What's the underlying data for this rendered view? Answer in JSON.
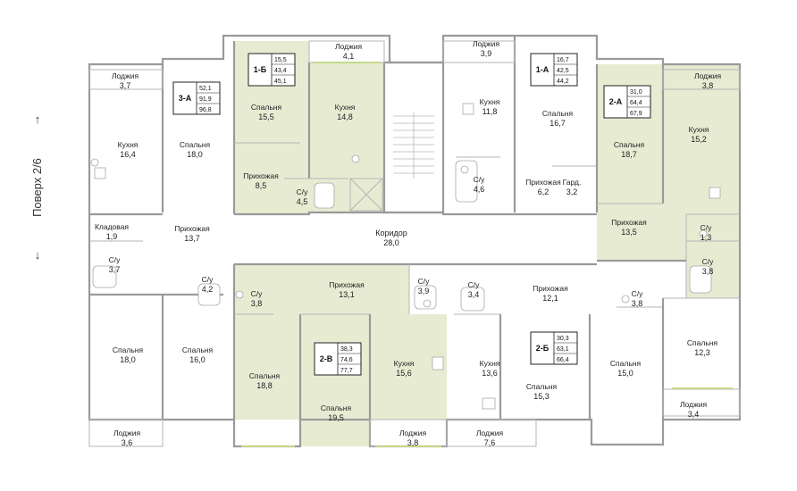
{
  "floor": {
    "label": "Поверх 2/6",
    "arrow_up": "↑",
    "arrow_down": "↓"
  },
  "colors": {
    "highlight": "#e7ebd2",
    "wall": "#9a9a9a",
    "glazing": "#c5d88a",
    "background": "#ffffff"
  },
  "corridor": {
    "name": "Коридор",
    "area": "28,0"
  },
  "apartments": [
    {
      "id": "1-Б",
      "values": [
        "15,5",
        "43,4",
        "45,1"
      ],
      "highlighted": true
    },
    {
      "id": "1-А",
      "values": [
        "16,7",
        "42,5",
        "44,2"
      ],
      "highlighted": false
    },
    {
      "id": "3-А",
      "values": [
        "52,1",
        "91,9",
        "96,8"
      ],
      "highlighted": false
    },
    {
      "id": "2-А",
      "values": [
        "31,0",
        "64,4",
        "67,9"
      ],
      "highlighted": true
    },
    {
      "id": "2-В",
      "values": [
        "38,3",
        "74,6",
        "77,7"
      ],
      "highlighted": true
    },
    {
      "id": "2-Б",
      "values": [
        "30,3",
        "63,1",
        "66,4"
      ],
      "highlighted": false
    }
  ],
  "rooms": [
    {
      "name": "Лоджия",
      "area": "4,1"
    },
    {
      "name": "Лоджия",
      "area": "3,9"
    },
    {
      "name": "Лоджия",
      "area": "3,7"
    },
    {
      "name": "Лоджия",
      "area": "3,8"
    },
    {
      "name": "Спальня",
      "area": "15,5"
    },
    {
      "name": "Кухня",
      "area": "14,8"
    },
    {
      "name": "Кухня",
      "area": "11,8"
    },
    {
      "name": "Спальня",
      "area": "16,7"
    },
    {
      "name": "Кухня",
      "area": "16,4"
    },
    {
      "name": "Спальня",
      "area": "18,0"
    },
    {
      "name": "Спальня",
      "area": "18,7"
    },
    {
      "name": "Кухня",
      "area": "15,2"
    },
    {
      "name": "Прихожая",
      "area": "8,5"
    },
    {
      "name": "С/у",
      "area": "4,5"
    },
    {
      "name": "С/у",
      "area": "4,6"
    },
    {
      "name": "Прихожая",
      "area": "6,2"
    },
    {
      "name": "Гард.",
      "area": "3,2"
    },
    {
      "name": "Кладовая",
      "area": "1,9"
    },
    {
      "name": "Прихожая",
      "area": "13,7"
    },
    {
      "name": "Прихожая",
      "area": "13,5"
    },
    {
      "name": "С/у",
      "area": "1,3"
    },
    {
      "name": "С/у",
      "area": "3,7"
    },
    {
      "name": "С/у",
      "area": "4,2"
    },
    {
      "name": "С/у",
      "area": "3,8"
    },
    {
      "name": "С/у",
      "area": "3,8"
    },
    {
      "name": "Прихожая",
      "area": "13,1"
    },
    {
      "name": "С/у",
      "area": "3,9"
    },
    {
      "name": "С/у",
      "area": "3,4"
    },
    {
      "name": "Прихожая",
      "area": "12,1"
    },
    {
      "name": "С/у",
      "area": "3,8"
    },
    {
      "name": "Спальня",
      "area": "18,0"
    },
    {
      "name": "Спальня",
      "area": "16,0"
    },
    {
      "name": "Спальня",
      "area": "18,8"
    },
    {
      "name": "Спальня",
      "area": "19,5"
    },
    {
      "name": "Кухня",
      "area": "15,6"
    },
    {
      "name": "Кухня",
      "area": "13,6"
    },
    {
      "name": "Спальня",
      "area": "15,3"
    },
    {
      "name": "Спальня",
      "area": "15,0"
    },
    {
      "name": "Спальня",
      "area": "12,3"
    },
    {
      "name": "Лоджия",
      "area": "3,4"
    },
    {
      "name": "Лоджия",
      "area": "3,6"
    },
    {
      "name": "Лоджия",
      "area": "3,8"
    },
    {
      "name": "Лоджия",
      "area": "7,6"
    }
  ]
}
